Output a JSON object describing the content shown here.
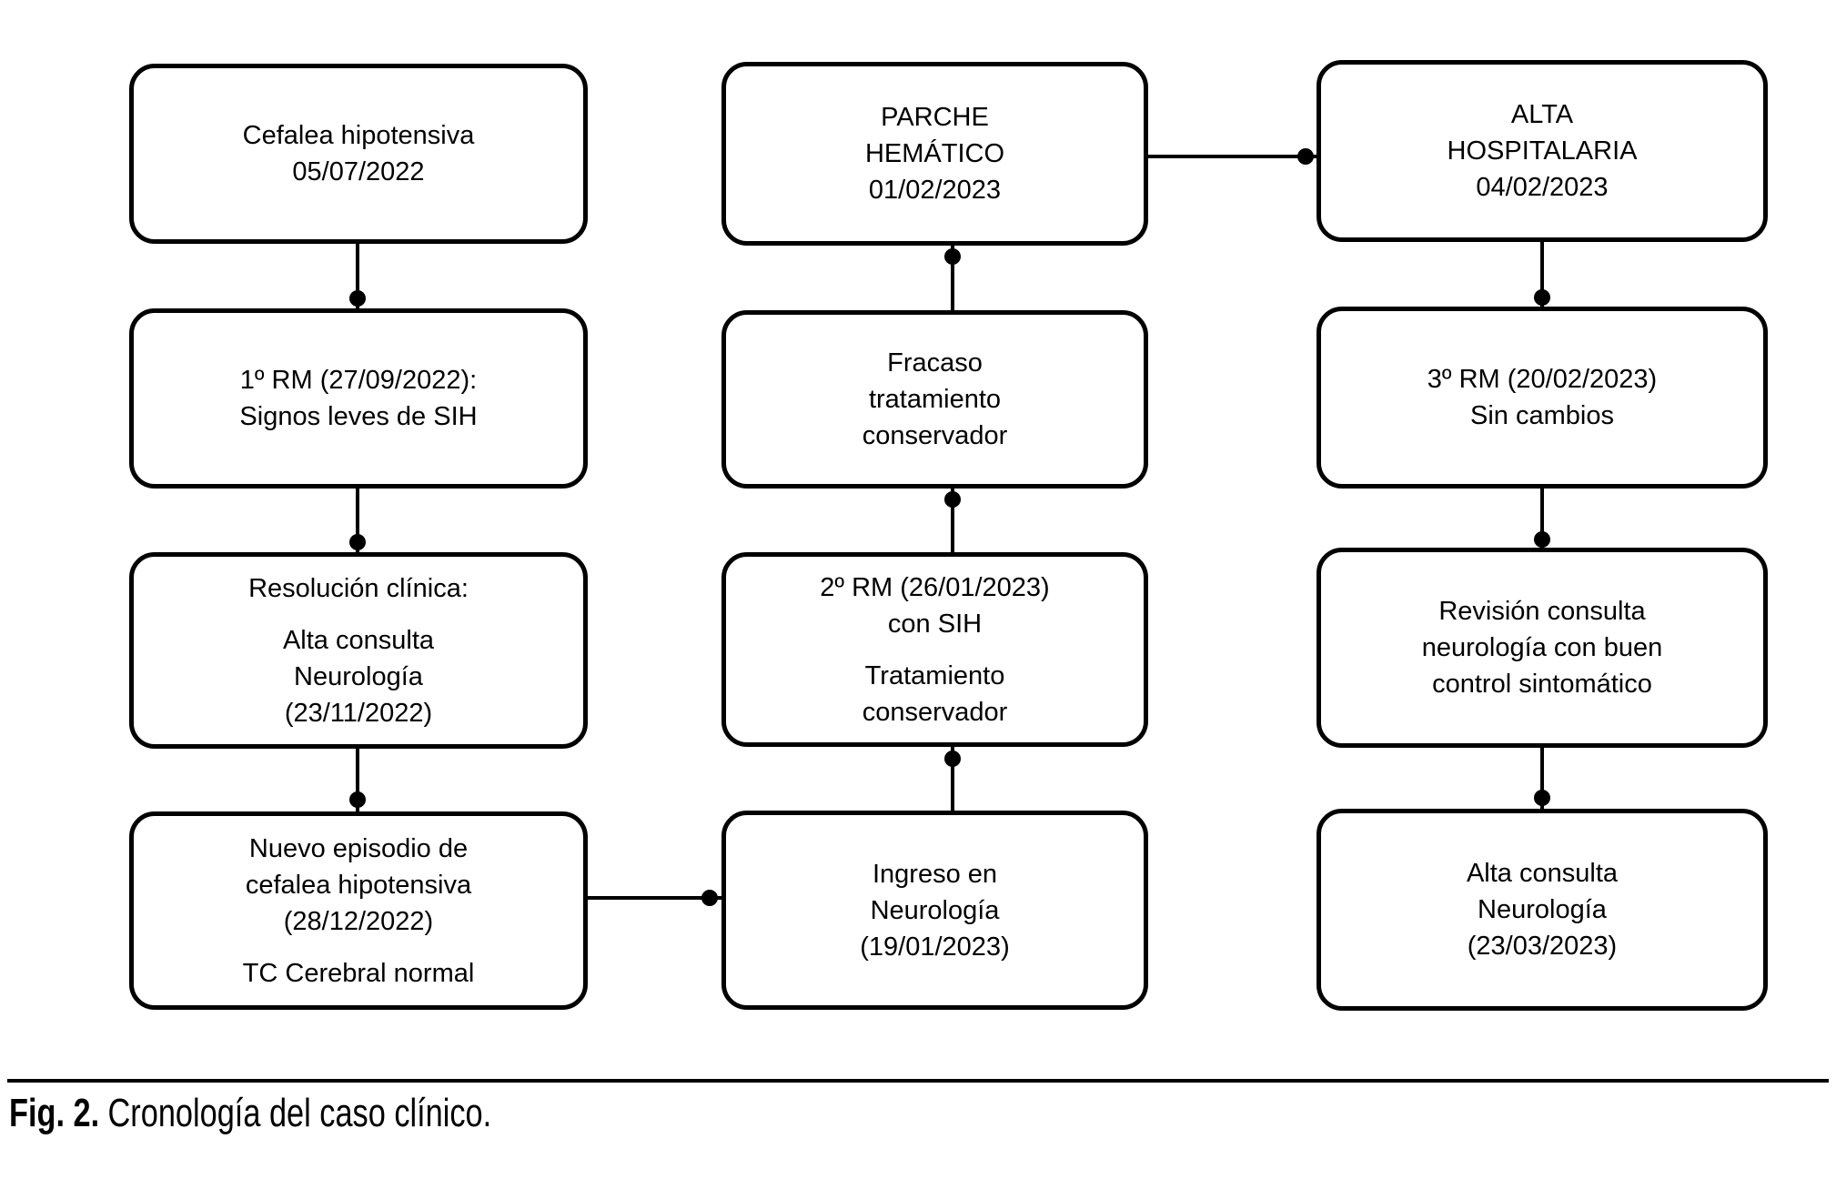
{
  "caption": {
    "label": "Fig. 2.",
    "text": "Cronología del caso clínico."
  },
  "colors": {
    "ink": "#000000",
    "background": "#ffffff"
  },
  "nodes": {
    "l1": {
      "p1": "Cefalea hipotensiva\n05/07/2022"
    },
    "l2": {
      "p1": "1º RM (27/09/2022):\nSignos leves de SIH"
    },
    "l3": {
      "p1": "Resolución clínica:",
      "p2": "Alta consulta\nNeurología\n(23/11/2022)"
    },
    "l4": {
      "p1": "Nuevo episodio de\ncefalea hipotensiva\n(28/12/2022)",
      "p2": "TC Cerebral normal"
    },
    "m1": {
      "p1": "PARCHE\nHEMÁTICO\n01/02/2023"
    },
    "m2": {
      "p1": "Fracaso\ntratamiento\nconservador"
    },
    "m3": {
      "p1": "2º RM (26/01/2023)\ncon SIH",
      "p2": "Tratamiento\nconservador"
    },
    "m4": {
      "p1": "Ingreso en\nNeurología\n(19/01/2023)"
    },
    "r1": {
      "p1": "ALTA\nHOSPITALARIA\n04/02/2023"
    },
    "r2": {
      "p1": "3º RM (20/02/2023)\nSin cambios"
    },
    "r3": {
      "p1": "Revisión consulta\nneurología con buen\ncontrol sintomático"
    },
    "r4": {
      "p1": "Alta consulta\nNeurología\n(23/03/2023)"
    }
  }
}
